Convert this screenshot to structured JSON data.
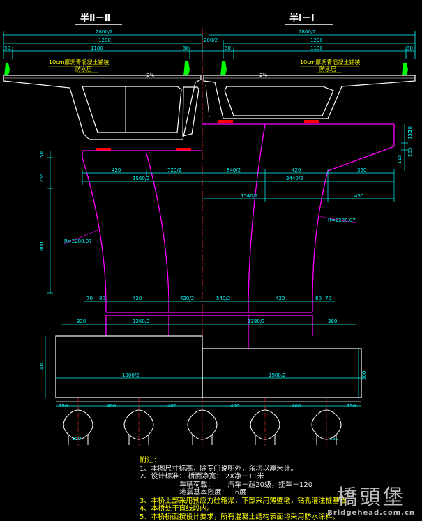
{
  "title_left": "半Ⅱ－Ⅱ",
  "title_right": "半Ⅰ－Ⅰ",
  "deck": {
    "half_width_left": "2800/2",
    "half_width_right": "2800/2",
    "total_left": "1200",
    "total_right": "1200",
    "center_gap": "200/2",
    "rail_left_a": "50",
    "rail_left_b": "50",
    "rail_right_a": "50",
    "rail_right_b": "50",
    "lane_left": "1100",
    "lane_right": "1100",
    "paving_left": "10cm厚沥青混凝土铺装",
    "waterproof_left": "防水层",
    "paving_right": "10cm厚沥青混凝土铺装",
    "waterproof_right": "防水层",
    "slope_left": "2%",
    "slope_right": "2%"
  },
  "pier": {
    "left_dim_50": "50",
    "left_dim_265": "265",
    "left_dim_800": "800",
    "cap_420_left": "420",
    "cap_720": "720/2",
    "cap_1560": "1560/2",
    "cap_840": "840/2",
    "cap_420_right": "420",
    "cap_360": "360",
    "cap_2440": "2440/2",
    "cap_1540": "1540/2",
    "cap_450": "450",
    "right_dim_150": "150",
    "right_dim_50": "50",
    "right_dim_115": "115",
    "right_dim_265": "265",
    "radius_left": "R=2280.07",
    "radius_right": "R=2280.07",
    "base_70": "70",
    "base_80_left": "80",
    "base_420_left": "420",
    "base_420_2": "420/2",
    "base_540": "540/2",
    "base_420_right": "420",
    "base_80_right": "80",
    "base_70_right": "70"
  },
  "footing": {
    "dim_320": "320",
    "dim_1260": "1260/2",
    "dim_1380": "1380/2",
    "dim_280": "280",
    "height_400": "400",
    "height_300": "300",
    "width_left": "1900/2",
    "width_right": "1900/2",
    "pile_150_left": "150",
    "pile_400_1": "400",
    "pile_400_2": "400",
    "pile_400_3": "400",
    "pile_400_4": "400",
    "pile_150_right": "150",
    "pile_dia_left": "150",
    "pile_dia_right": "150"
  },
  "notes": {
    "heading": "附注：",
    "n1": "1、本图尺寸标高，除专门说明外，余均以厘米计。",
    "n2": "2、设计标准：   桥面净宽：      2X净－11米",
    "n3": "                  车辆荷载：      汽车－超20级，挂车－120",
    "n4": "                  地震基本烈度：   6度",
    "n5": "3、本桥上部采用预应力砼箱梁，下部采用薄壁墩，钻孔灌注桩基础。",
    "n6": "4、本桥处于直线段内。",
    "n7": "5、本桥桥面按设计要求，所有混凝土结构表面均采用防水涂料。"
  },
  "watermark": {
    "logo": "橋頭堡",
    "site": "Bridgehead.com.cn"
  },
  "colors": {
    "structure": "#ffffff",
    "pier": "#ff00ff",
    "dimension": "#00ffff",
    "text_yellow": "#ffff00",
    "bearing": "#ff0000",
    "rail": "#00ff00",
    "centerline": "#ff3030"
  }
}
